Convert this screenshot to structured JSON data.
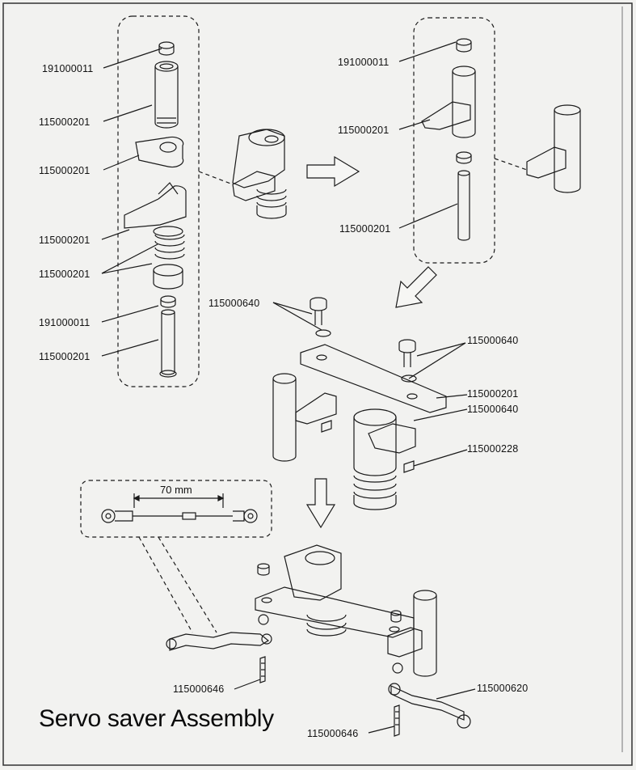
{
  "title": "Servo saver Assembly",
  "dimension": "70 mm",
  "labels": {
    "l1": "191000011",
    "l2": "115000201",
    "l3": "115000201",
    "l4": "115000201",
    "l5": "115000201",
    "l6": "191000011",
    "l7": "115000201",
    "r1": "191000011",
    "r2": "115000201",
    "r3": "115000201",
    "m1": "115000640",
    "m2": "115000640",
    "m3": "115000201",
    "m4": "115000640",
    "m5": "115000228",
    "b1": "115000646",
    "b2": "115000620",
    "b3": "115000646"
  },
  "colors": {
    "page": "#f2f2f0",
    "line": "#1a1a1a",
    "frame": "#2a2a2a"
  },
  "icons": [
    "right-arrow-icon",
    "down-left-arrow-icon",
    "down-arrow-icon"
  ]
}
